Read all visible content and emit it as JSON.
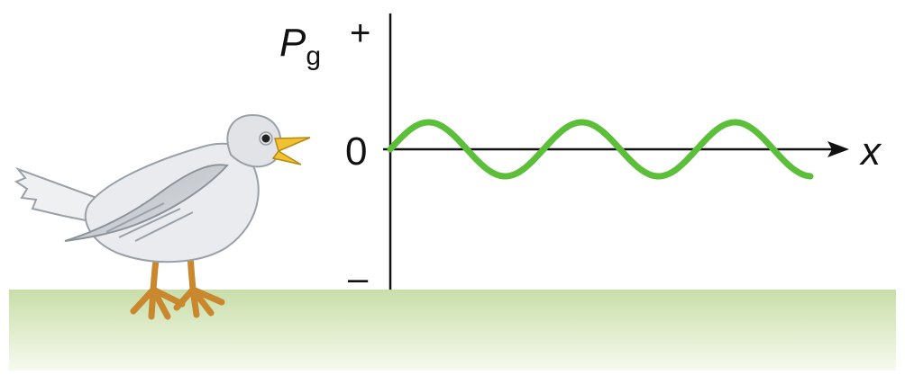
{
  "diagram": {
    "y_axis": {
      "label_main": "P",
      "label_sub": "g",
      "plus_sign": "+",
      "zero_label": "0",
      "minus_sign": "–"
    },
    "x_axis": {
      "label": "x"
    },
    "wave": {
      "type": "sinusoid",
      "cycles": 3,
      "color": "#5cbf3a"
    },
    "colors": {
      "axis": "#111111",
      "ground_top": "#c8dea8",
      "ground_bottom": "#f7faef",
      "bird_body": "#e9ebee",
      "bird_wing": "#c3c7cc",
      "bird_beak": "#f1c22f",
      "bird_legs": "#c9872e"
    }
  }
}
